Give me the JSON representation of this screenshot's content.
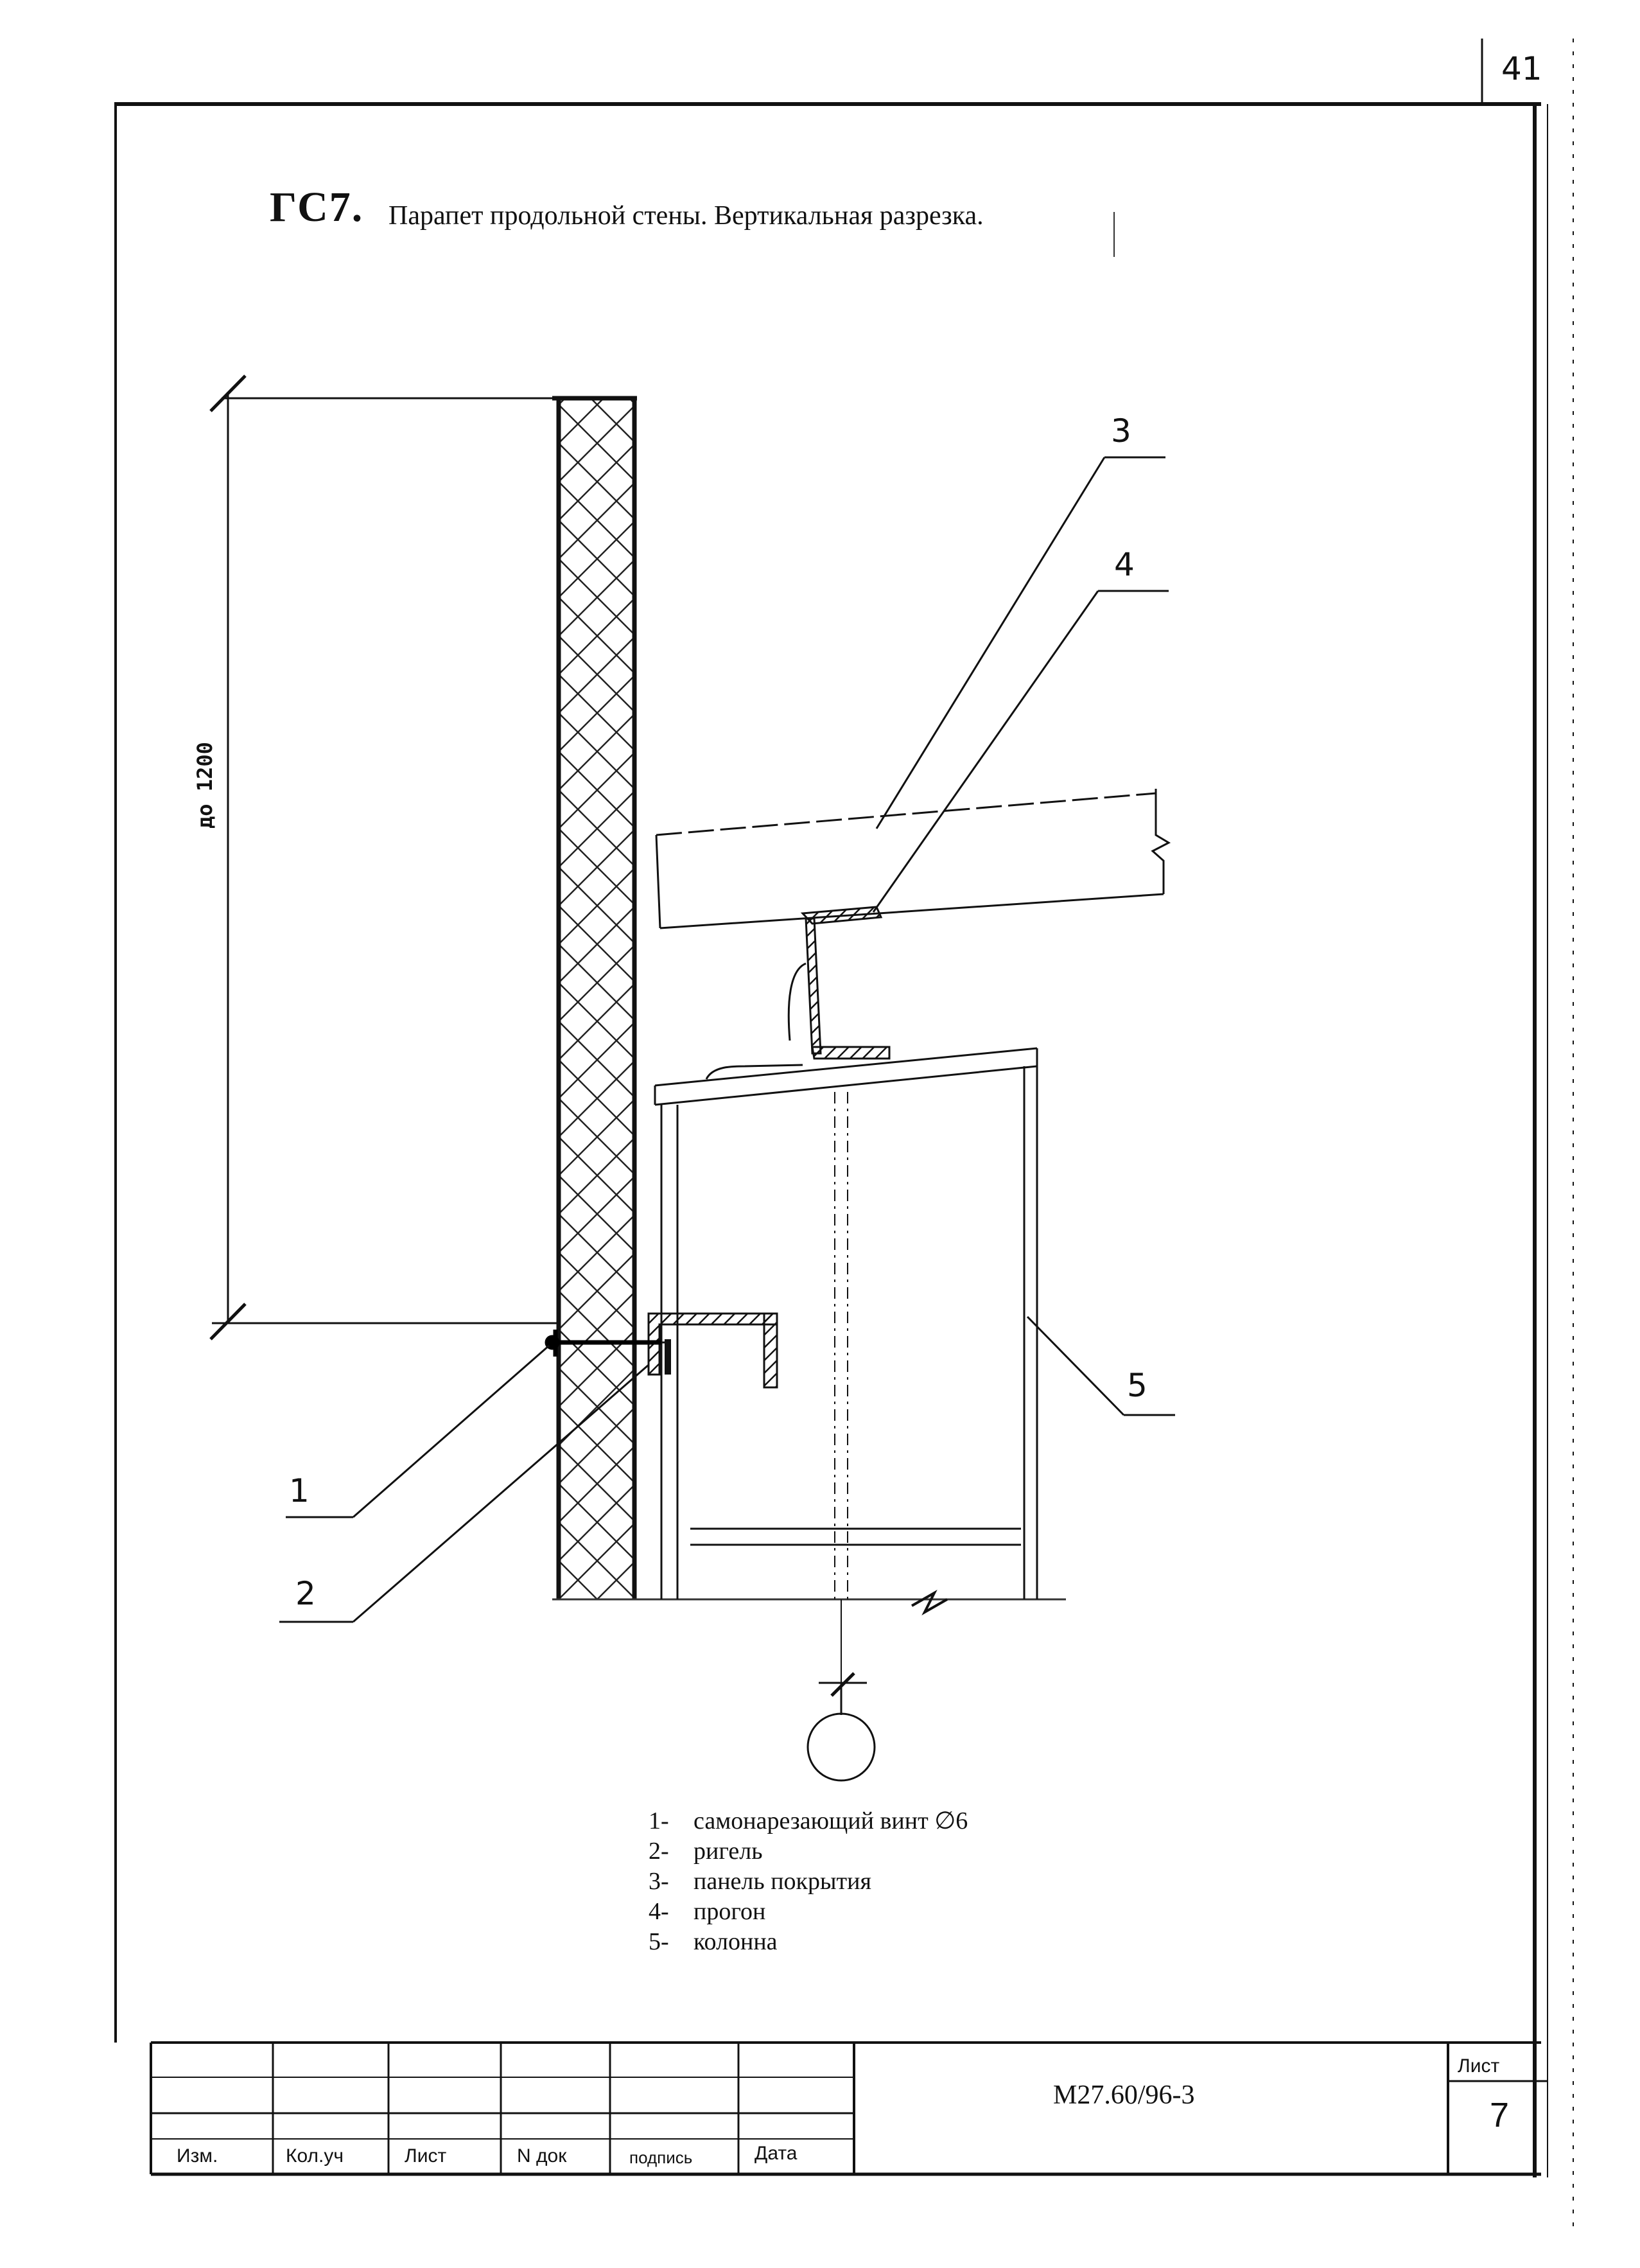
{
  "page_number": "41",
  "header": {
    "code": "ГС7.",
    "title": "Парапет продольной стены. Вертикальная разрезка."
  },
  "dimension": {
    "label": "до 1200"
  },
  "callouts": [
    "1",
    "2",
    "3",
    "4",
    "5"
  ],
  "legend": [
    {
      "num": "1-",
      "text": "самонарезающий винт  ∅6"
    },
    {
      "num": "2-",
      "text": "ригель"
    },
    {
      "num": "3-",
      "text": "панель покрытия"
    },
    {
      "num": "4-",
      "text": "прогон"
    },
    {
      "num": "5-",
      "text": "колонна"
    }
  ],
  "title_block": {
    "columns": [
      "Изм.",
      "Кол.уч",
      "Лист",
      "N док",
      "подпись",
      "Дата"
    ],
    "doc_code": "М27.60/96-3",
    "sheet_label": "Лист",
    "sheet_number": "7"
  }
}
